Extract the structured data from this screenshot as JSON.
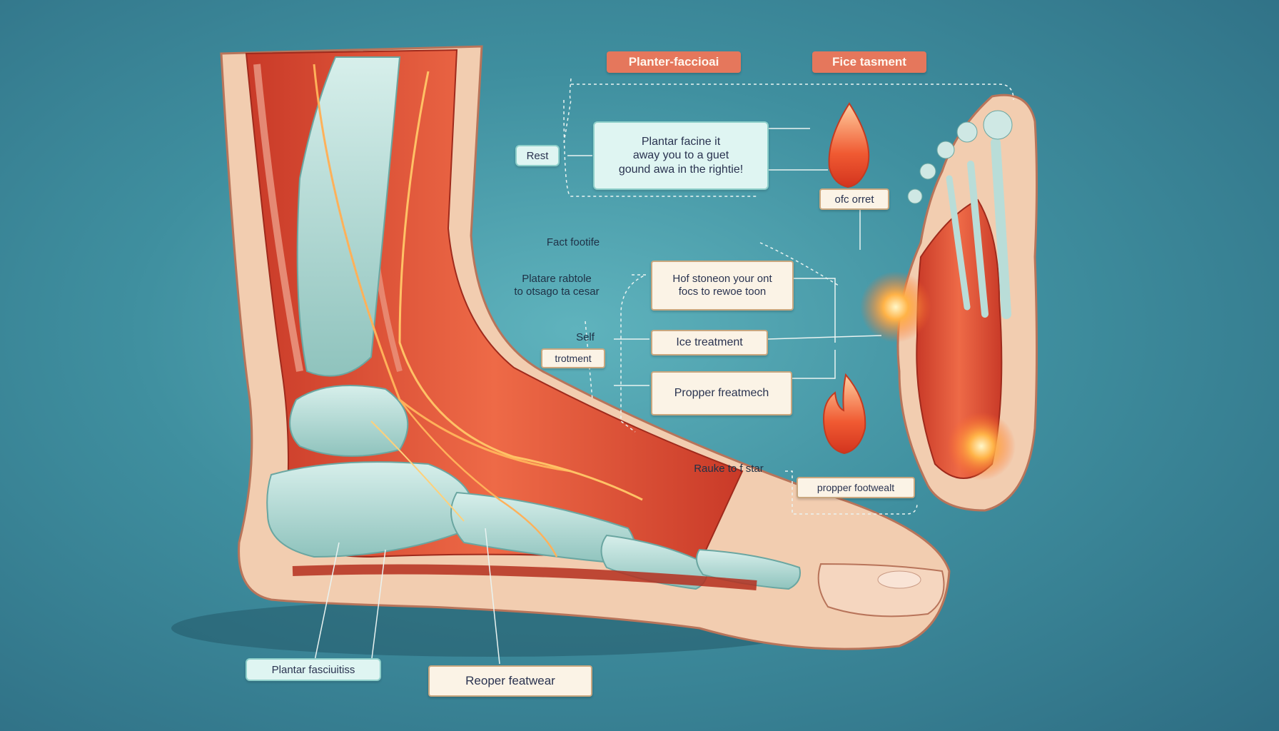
{
  "top_tags": [
    "Planter-faccioai",
    "Fice tasment"
  ],
  "callout_main": [
    "Plantar facine it",
    "away you to a guet",
    "gound awa in the rightie!"
  ],
  "labels": {
    "rest": "Rest",
    "ofc_orret": "ofc orret",
    "fact_foot": "Fact footife",
    "platare": [
      "Platare rabtole",
      "to otsago ta cesar"
    ],
    "self": "Self",
    "trotment": "trotment",
    "hof": [
      "Hof stoneon your ont",
      "focs to rewoe toon"
    ],
    "ice_treatment": "Ice treatment",
    "propper_freatmech": "Propper freatmech",
    "raute": "Rauke to f star",
    "propper_footwealt": "propper footwealt",
    "plantar_bottom": "Plantar fasciuitiss",
    "reoper_footwear": "Reoper featwear"
  },
  "colors": {
    "background": "#3f8f9f",
    "muscle": "#d9432e",
    "bone": "#b9ddd8",
    "skin": "#f2cdb0",
    "accent_tag": "#e5775c"
  }
}
